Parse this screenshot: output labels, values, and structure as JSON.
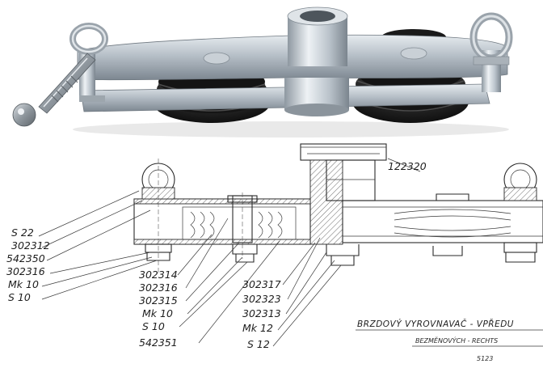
{
  "diagram": {
    "part_labels_left": [
      "S 22",
      "302312",
      "542350",
      "302316",
      "Mk 10",
      "S 10"
    ],
    "part_labels_center": [
      "302314",
      "302316",
      "302315",
      "Mk 10",
      "S 10",
      "542351"
    ],
    "part_labels_right": [
      "302317",
      "302323",
      "302313",
      "Mk 12",
      "S 12"
    ],
    "part_label_top": "122320",
    "title_line1": "BRZDOVÝ VYROVNAVAČ - VPŘEDU",
    "title_line2": "BEZMĚNOVÝCH - RECHTS",
    "drawing_no": "5123"
  }
}
